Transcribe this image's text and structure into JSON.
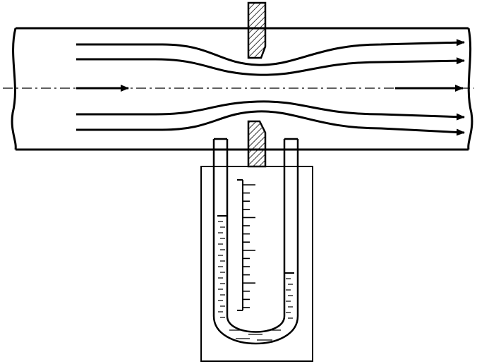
{
  "figure": {
    "subject": "orifice-plate-flowmeter-with-u-tube-manometer",
    "colors": {
      "line": "#000000",
      "background": "#ffffff",
      "liquid_hatch": "#000000"
    },
    "components": {
      "pipe": {
        "flow_lines": 5,
        "flow_direction": "left-to-right"
      },
      "orifice_plate": {
        "pieces": 2,
        "fill": "hatched"
      },
      "manometer": {
        "type": "u-tube",
        "scale_ticks": 16
      }
    }
  }
}
